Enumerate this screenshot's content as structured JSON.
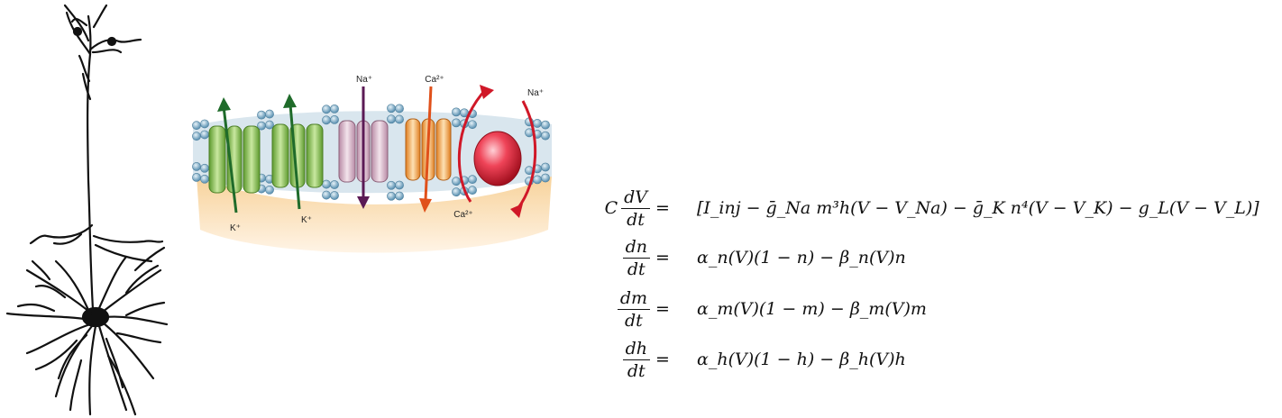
{
  "diagram": {
    "ions": {
      "k1": "K⁺",
      "k2": "K⁺",
      "na_top": "Na⁺",
      "ca_top": "Ca²⁺",
      "ca_bottom": "Ca²⁺",
      "na_right": "Na⁺"
    },
    "colors": {
      "k_channel": "#7dbb4a",
      "k_arrow": "#1f6b2a",
      "na_channel": "#d7b3c8",
      "na_arrow": "#5b1a55",
      "ca_channel": "#f0a03c",
      "ca_arrow": "#e0501a",
      "pump": "#e8243a",
      "pump_arrow": "#d01828",
      "head_group": "#7fb0cc",
      "cytoplasm": "#fbe3bd"
    }
  },
  "equations": {
    "eq1": {
      "lhs_coef": "C",
      "lhs_num": "dV",
      "lhs_den": "dt",
      "rel": "=",
      "rhs": "[I_inj − ḡ_Na m³h(V − V_Na) − ḡ_K n⁴(V − V_K) − g_L(V − V_L)]"
    },
    "eq2": {
      "lhs_num": "dn",
      "lhs_den": "dt",
      "rel": "=",
      "rhs": "α_n(V)(1 − n) − β_n(V)n"
    },
    "eq3": {
      "lhs_num": "dm",
      "lhs_den": "dt",
      "rel": "=",
      "rhs": "α_m(V)(1 − m) − β_m(V)m"
    },
    "eq4": {
      "lhs_num": "dh",
      "lhs_den": "dt",
      "rel": "=",
      "rhs": "α_h(V)(1 − h) − β_h(V)h"
    }
  }
}
